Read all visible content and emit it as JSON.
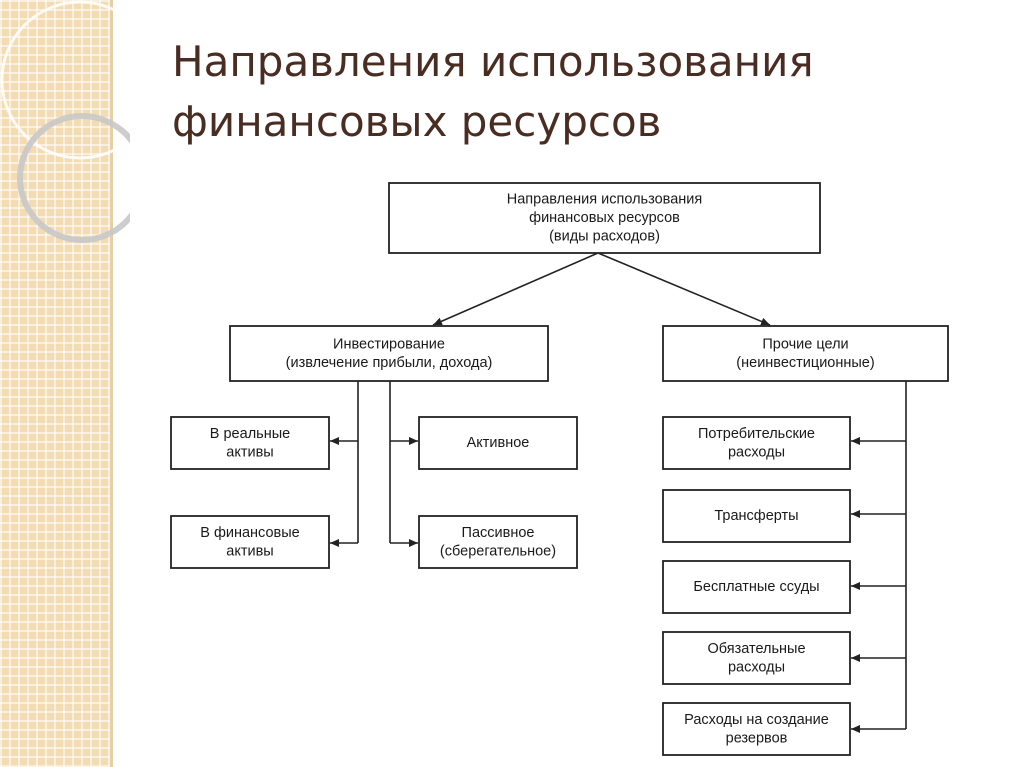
{
  "title": [
    "Направления использования",
    "финансовых ресурсов"
  ],
  "diagram": {
    "root": [
      "Направления использования",
      "финансовых ресурсов",
      "(виды расходов)"
    ],
    "invest": [
      "Инвестирование",
      "(извлечение прибыли, дохода)"
    ],
    "other": [
      "Прочие цели",
      "(неинвестиционные)"
    ],
    "real_assets": [
      "В реальные",
      "активы"
    ],
    "fin_assets": [
      "В финансовые",
      "активы"
    ],
    "active": [
      "Активное"
    ],
    "passive": [
      "Пассивное",
      "(сберегательное)"
    ],
    "consumer": [
      "Потребительские",
      "расходы"
    ],
    "transfers": [
      "Трансферты"
    ],
    "loans": [
      "Бесплатные ссуды"
    ],
    "mandatory": [
      "Обязательные",
      "расходы"
    ],
    "reserves": [
      "Расходы на создание",
      "резервов"
    ]
  }
}
